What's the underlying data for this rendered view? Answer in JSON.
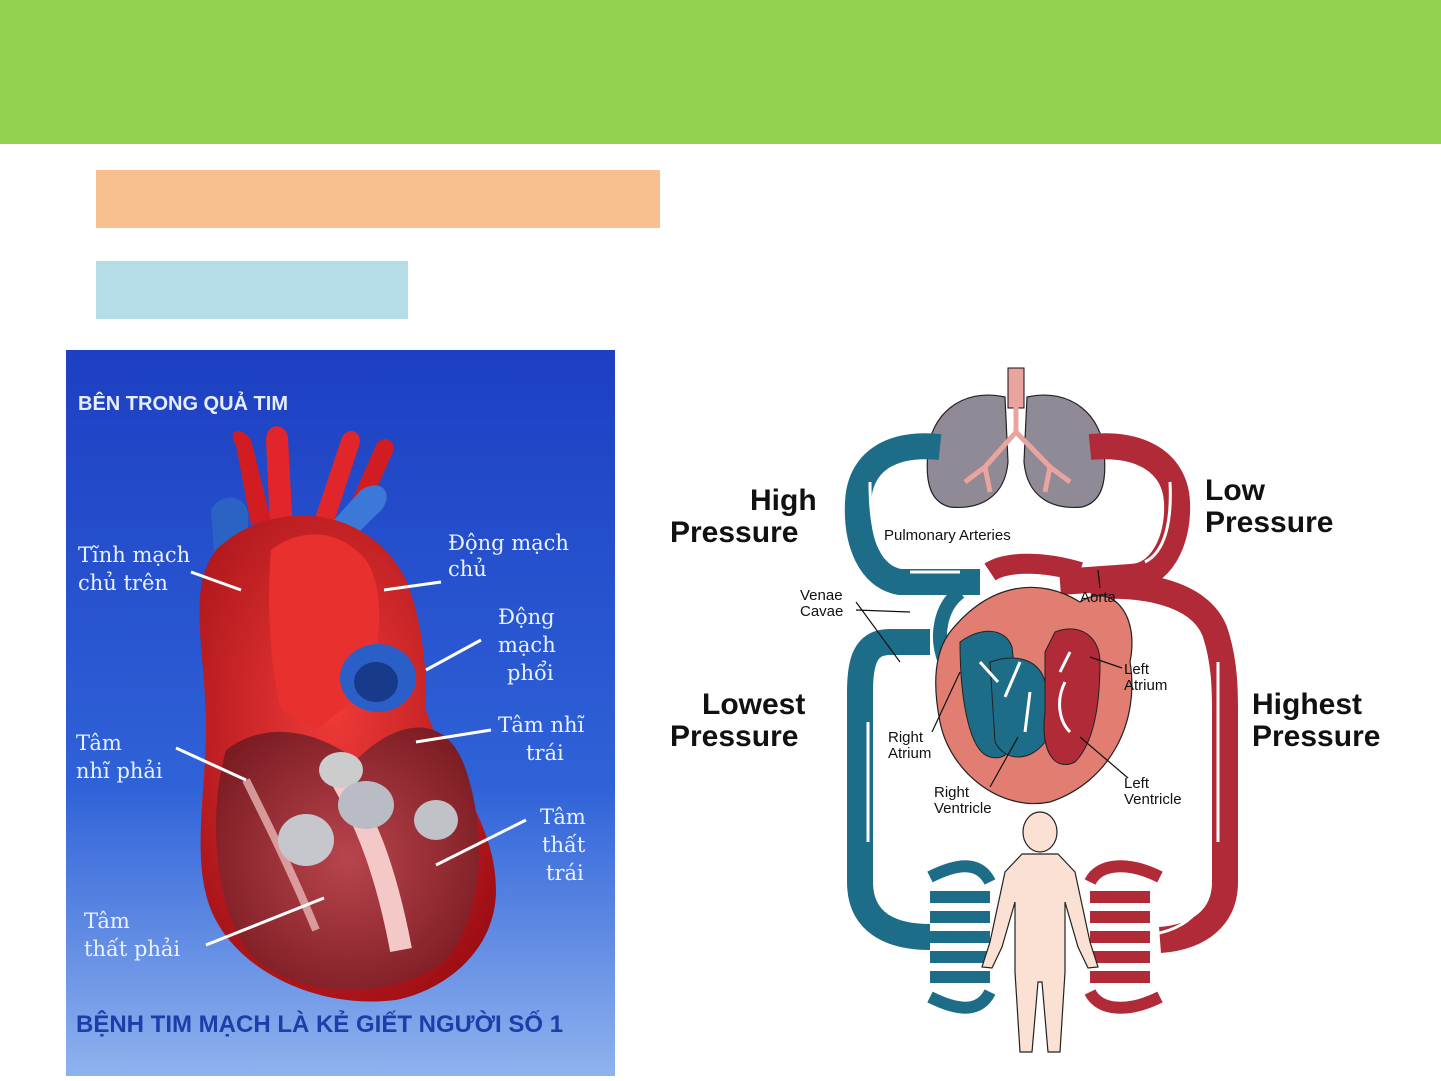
{
  "colors": {
    "banner": "#92d050",
    "orange_bar": "#f8c08f",
    "blue_bar": "#b5dde8",
    "oxygen_poor": "#1e6d88",
    "oxygen_rich": "#b02a38"
  },
  "heart_image": {
    "title": "BÊN TRONG QUẢ TIM",
    "labels": {
      "svc_1": "Tĩnh mạch",
      "svc_2": "chủ trên",
      "aorta_1": "Động mạch",
      "aorta_2": "chủ",
      "pa_1": "Động",
      "pa_2": "mạch",
      "pa_3": "phổi",
      "ra_1": "Tâm",
      "ra_2": "nhĩ phải",
      "la_1": "Tâm nhĩ",
      "la_2": "trái",
      "lv_1": "Tâm",
      "lv_2": "thất",
      "lv_3": "trái",
      "rv_1": "Tâm",
      "rv_2": "thất phải"
    },
    "caption": "BỆNH TIM MẠCH LÀ KẺ GIẾT NGƯỜI SỐ 1"
  },
  "circulation": {
    "high_1": "High",
    "high_2": "Pressure",
    "low_1": "Low",
    "low_2": "Pressure",
    "lowest_1": "Lowest",
    "lowest_2": "Pressure",
    "highest_1": "Highest",
    "highest_2": "Pressure",
    "pulmonary_arteries": "Pulmonary Arteries",
    "venae_1": "Venae",
    "venae_2": "Cavae",
    "aorta": "Aorta",
    "left_atrium_1": "Left",
    "left_atrium_2": "Atrium",
    "right_atrium_1": "Right",
    "right_atrium_2": "Atrium",
    "right_ventricle_1": "Right",
    "right_ventricle_2": "Ventricle",
    "left_ventricle_1": "Left",
    "left_ventricle_2": "Ventricle"
  }
}
